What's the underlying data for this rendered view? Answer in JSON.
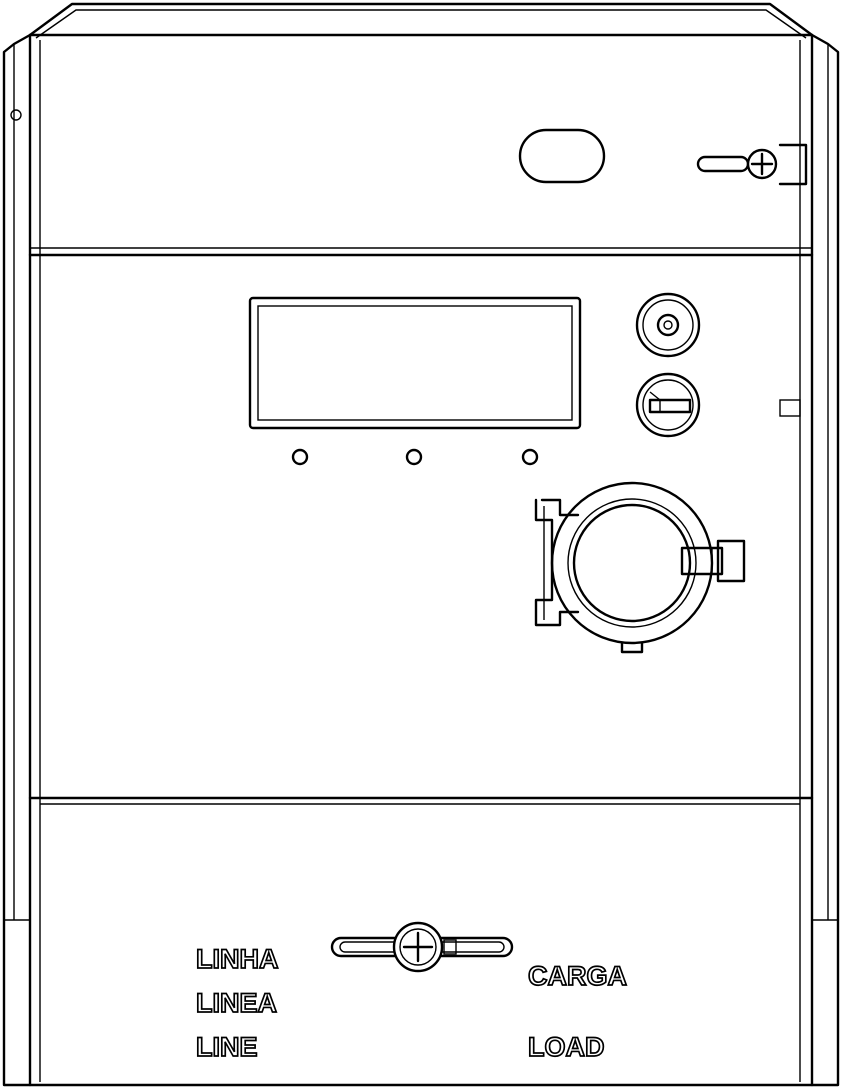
{
  "terminal_labels": {
    "line_pt": "LINHA",
    "line_es": "LINEA",
    "line_en": "LINE",
    "load_pt_es": "CARGA",
    "load_en": "LOAD"
  }
}
